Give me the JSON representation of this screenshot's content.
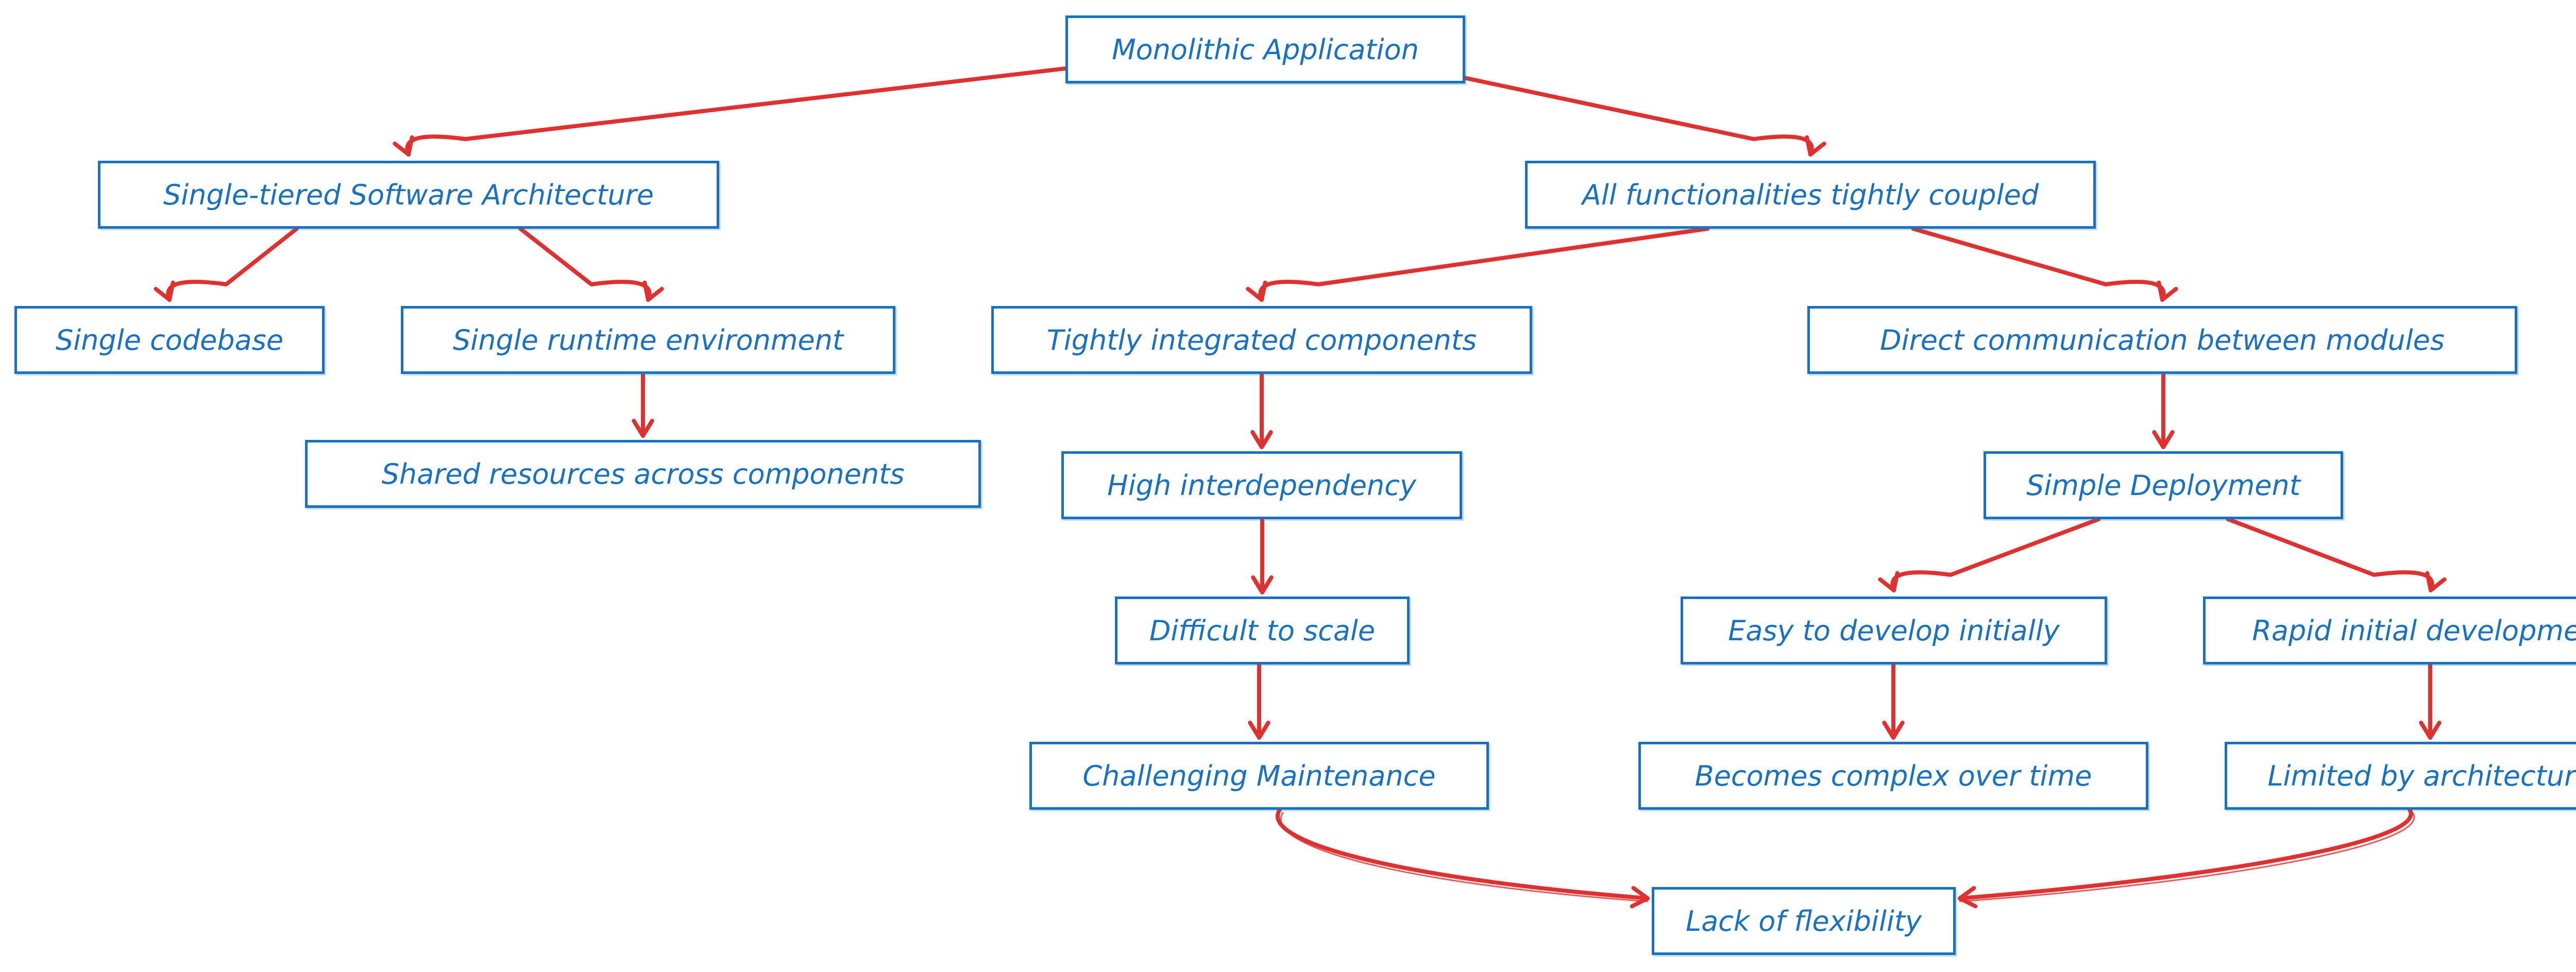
{
  "colors": {
    "node_border": "#1971c2",
    "node_text": "#1971c2",
    "edge": "#e03131",
    "background": "#ffffff"
  },
  "nodes": {
    "monolithic_app": "Monolithic Application",
    "single_tiered": "Single-tiered Software Architecture",
    "tightly_coupled": "All functionalities tightly coupled",
    "single_codebase": "Single codebase",
    "single_runtime": "Single runtime environment",
    "shared_resources": "Shared resources across components",
    "tightly_integrated": "Tightly integrated components",
    "direct_communication": "Direct communication between modules",
    "high_interdependency": "High interdependency",
    "simple_deployment": "Simple Deployment",
    "difficult_scale": "Difficult to scale",
    "easy_develop": "Easy to develop initially",
    "rapid_development": "Rapid initial development",
    "challenging_maintenance": "Challenging Maintenance",
    "becomes_complex": "Becomes complex over time",
    "limited_architecture": "Limited by architecture",
    "lack_flexibility": "Lack of flexibility"
  },
  "edges": [
    [
      "monolithic_app",
      "single_tiered"
    ],
    [
      "monolithic_app",
      "tightly_coupled"
    ],
    [
      "single_tiered",
      "single_codebase"
    ],
    [
      "single_tiered",
      "single_runtime"
    ],
    [
      "single_runtime",
      "shared_resources"
    ],
    [
      "tightly_coupled",
      "tightly_integrated"
    ],
    [
      "tightly_coupled",
      "direct_communication"
    ],
    [
      "tightly_integrated",
      "high_interdependency"
    ],
    [
      "high_interdependency",
      "difficult_scale"
    ],
    [
      "difficult_scale",
      "challenging_maintenance"
    ],
    [
      "direct_communication",
      "simple_deployment"
    ],
    [
      "simple_deployment",
      "easy_develop"
    ],
    [
      "simple_deployment",
      "rapid_development"
    ],
    [
      "easy_develop",
      "becomes_complex"
    ],
    [
      "rapid_development",
      "limited_architecture"
    ],
    [
      "challenging_maintenance",
      "lack_flexibility"
    ],
    [
      "limited_architecture",
      "lack_flexibility"
    ]
  ]
}
